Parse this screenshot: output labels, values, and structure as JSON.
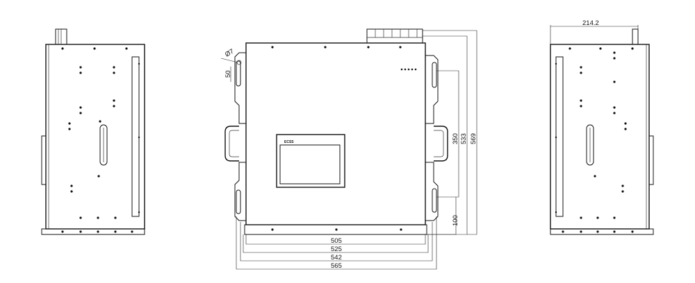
{
  "front_view": {
    "screen_brand": "ECSS",
    "dim_widths": [
      "505",
      "525",
      "542",
      "565"
    ],
    "dim_heights": [
      "350",
      "533",
      "569"
    ],
    "dim_handle_offset": "100",
    "dim_handle_width": "50",
    "dim_hole": "Ø7"
  },
  "right_view": {
    "dim_depth": "214.2"
  }
}
